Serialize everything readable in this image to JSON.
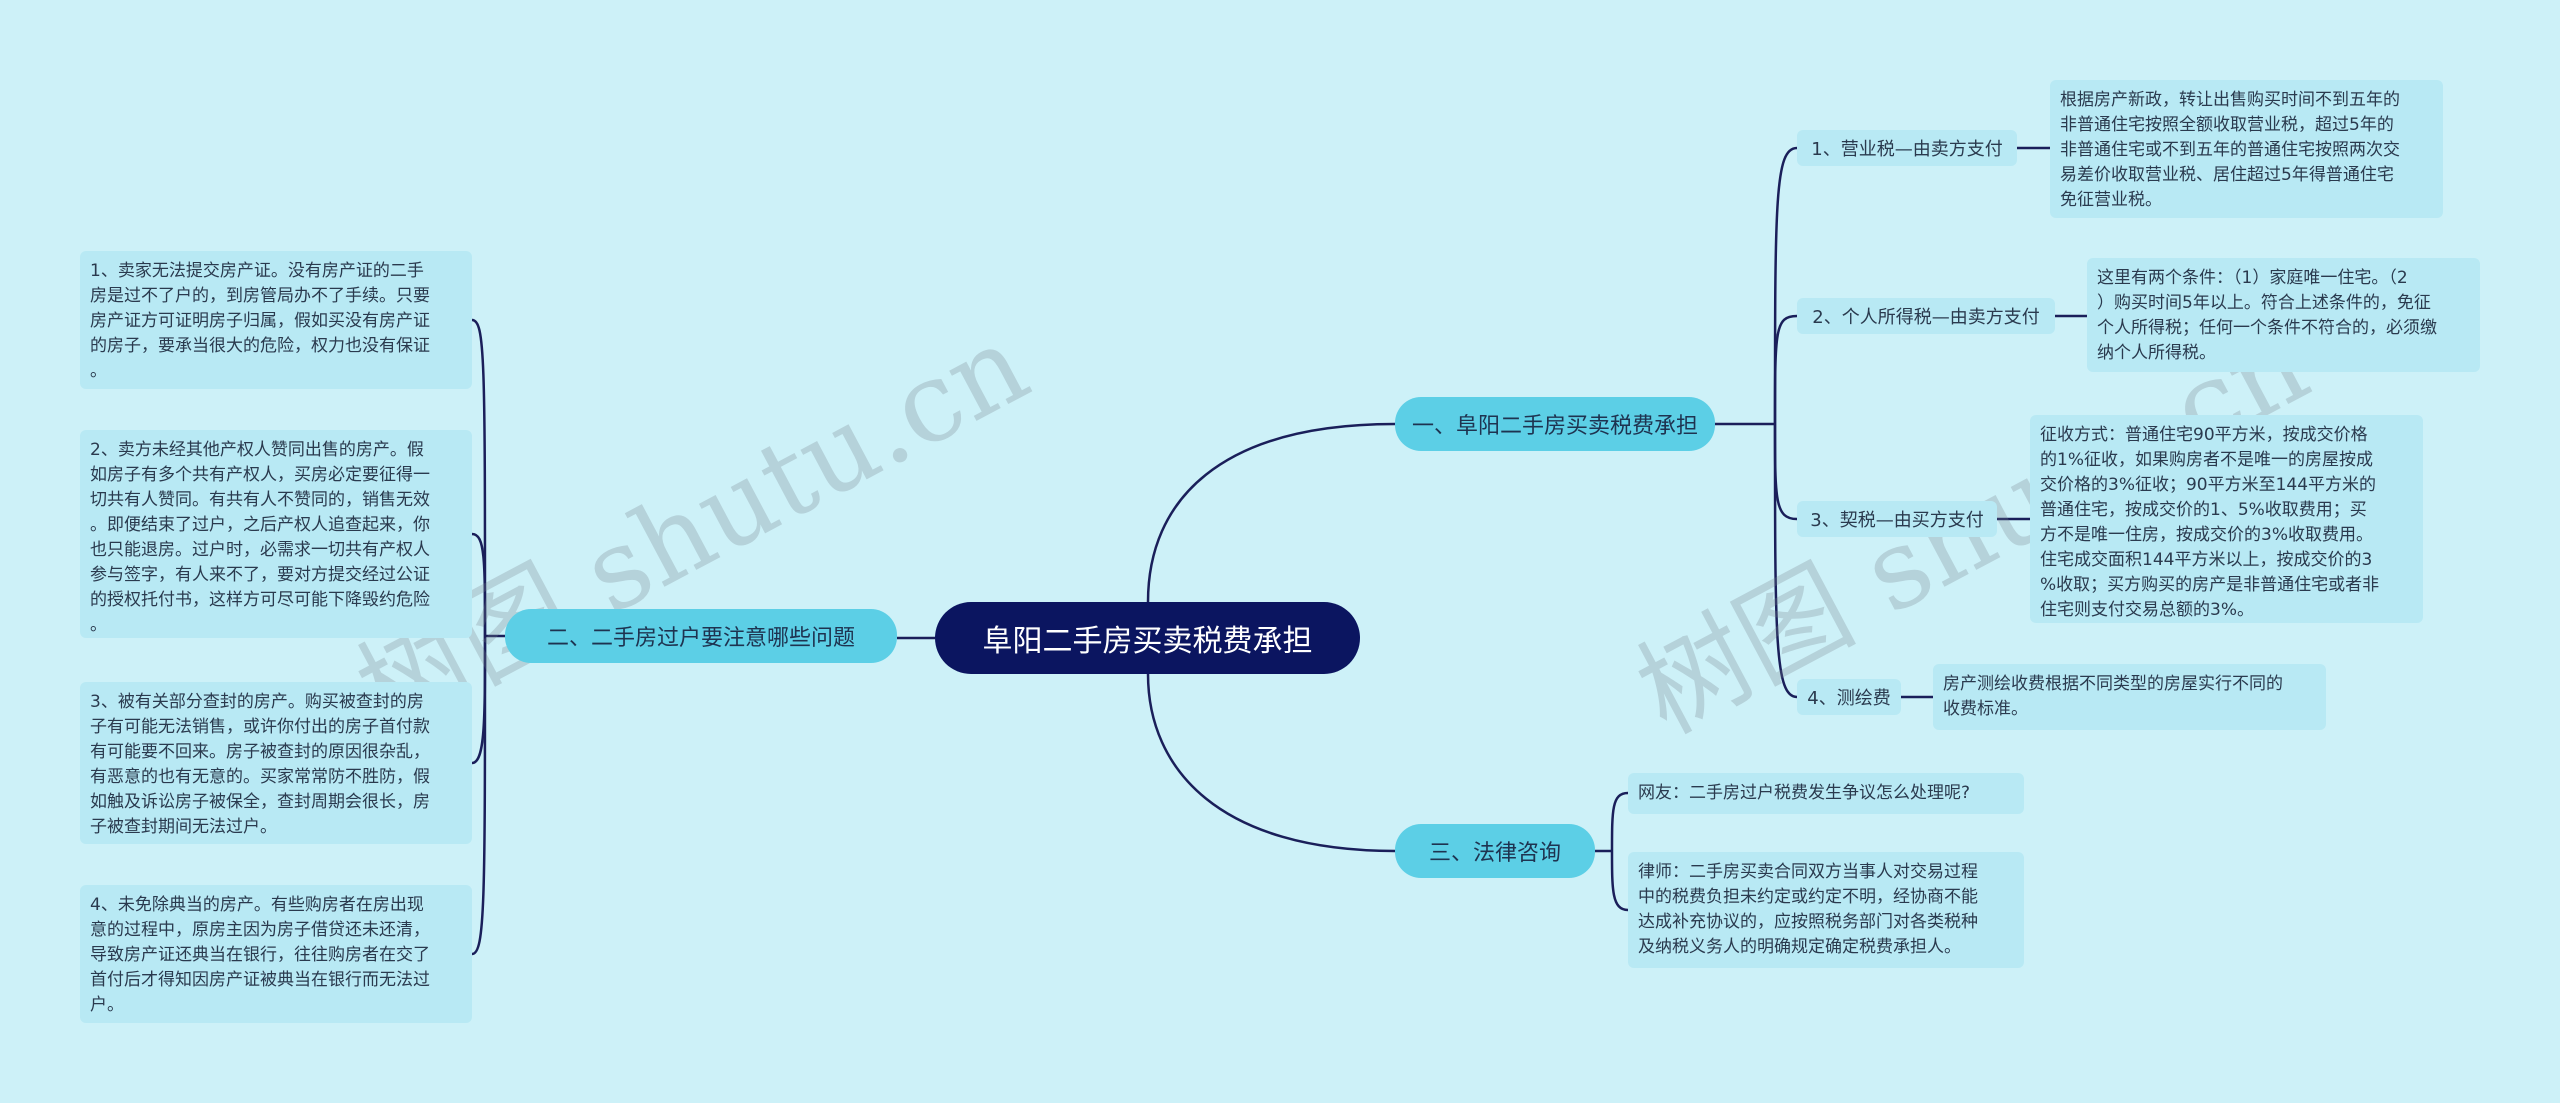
{
  "root": {
    "label": "阜阳二手房买卖税费承担"
  },
  "branches": {
    "b1": {
      "label": "一、阜阳二手房买卖税费承担",
      "items": [
        {
          "label": "1、营业税—由卖方支付",
          "detail": "根据房产新政，转让出售购买时间不到五年的\n非普通住宅按照全额收取营业税，超过5年的\n非普通住宅或不到五年的普通住宅按照两次交\n易差价收取营业税、居住超过5年得普通住宅\n免征营业税。"
        },
        {
          "label": "2、个人所得税—由卖方支付",
          "detail": "这里有两个条件：（1）家庭唯一住宅。（2\n）购买时间5年以上。符合上述条件的，免征\n个人所得税；任何一个条件不符合的，必须缴\n纳个人所得税。"
        },
        {
          "label": "3、契税—由买方支付",
          "detail": "征收方式：普通住宅90平方米，按成交价格\n的1%征收，如果购房者不是唯一的房屋按成\n交价格的3%征收；90平方米至144平方米的\n普通住宅，按成交价的1、5%收取费用；买\n方不是唯一住房，按成交价的3%收取费用。\n住宅成交面积144平方米以上，按成交价的3\n%收取；买方购买的房产是非普通住宅或者非\n住宅则支付交易总额的3%。"
        },
        {
          "label": "4、测绘费",
          "detail": "房产测绘收费根据不同类型的房屋实行不同的\n收费标准。"
        }
      ]
    },
    "b2": {
      "label": "二、二手房过户要注意哪些问题",
      "items": [
        {
          "detail": "1、卖家无法提交房产证。没有房产证的二手\n房是过不了户的，到房管局办不了手续。只要\n房产证方可证明房子归属，假如买没有房产证\n的房子，要承当很大的危险，权力也没有保证\n。"
        },
        {
          "detail": "2、卖方未经其他产权人赞同出售的房产。假\n如房子有多个共有产权人，买房必定要征得一\n切共有人赞同。有共有人不赞同的，销售无效\n。即便结束了过户，之后产权人追查起来，你\n也只能退房。过户时，必需求一切共有产权人\n参与签字，有人来不了，要对方提交经过公证\n的授权托付书，这样方可尽可能下降毁约危险\n。"
        },
        {
          "detail": "3、被有关部分查封的房产。购买被查封的房\n子有可能无法销售，或许你付出的房子首付款\n有可能要不回来。房子被查封的原因很杂乱，\n有恶意的也有无意的。买家常常防不胜防，假\n如触及诉讼房子被保全，查封周期会很长，房\n子被查封期间无法过户。"
        },
        {
          "detail": "4、未免除典当的房产。有些购房者在房出现\n意的过程中，原房主因为房子借贷还未还清，\n导致房产证还典当在银行，往往购房者在交了\n首付后才得知因房产证被典当在银行而无法过\n户。"
        }
      ]
    },
    "b3": {
      "label": "三、法律咨询",
      "items": [
        {
          "detail": "网友：二手房过户税费发生争议怎么处理呢?"
        },
        {
          "detail": "律师：二手房买卖合同双方当事人对交易过程\n中的税费负担未约定或约定不明，经协商不能\n达成补充协议的，应按照税务部门对各类税种\n及纳税义务人的明确规定确定税费承担人。"
        }
      ]
    }
  },
  "watermarks": [
    "树图 shutu.cn",
    "树图 shutu.cn"
  ],
  "colors": {
    "background": "#cdf1f8",
    "root": "#0b1560",
    "main": "#5ccfe6",
    "leaf": "#b8e9f4",
    "line": "#1a1f5a"
  }
}
